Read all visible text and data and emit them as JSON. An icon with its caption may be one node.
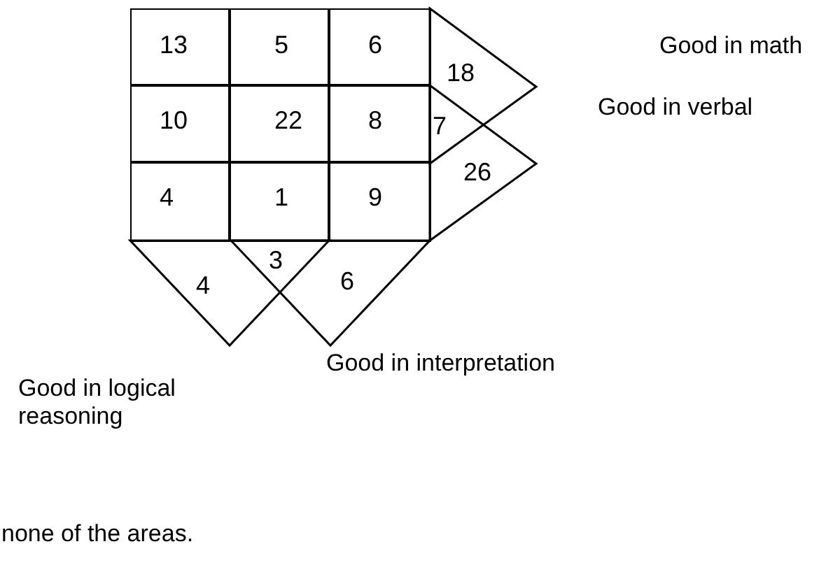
{
  "diagram": {
    "nodes": [
      {
        "text": [
          "13"
        ]
      },
      {
        "text": [
          "5"
        ]
      },
      {
        "text": [
          "6"
        ]
      },
      {
        "text": [
          "18"
        ]
      },
      {
        "text": [
          "10"
        ]
      },
      {
        "text": [
          "22"
        ]
      },
      {
        "text": [
          "8"
        ]
      },
      {
        "text": [
          "26"
        ],
        "beside": [
          "Good in verbal"
        ]
      },
      {
        "text": [
          "4"
        ]
      },
      {
        "text": [
          "1"
        ]
      },
      {
        "text": [
          "9"
        ]
      },
      {
        "text": [
          "4"
        ],
        "beside": [
          "Good in logical reasoning"
        ]
      },
      {
        "text": [
          "6"
        ],
        "beside": [
          "Good in interpretation"
        ]
      }
    ],
    "edges": [],
    "labels": [
      "Good in math",
      "7",
      "3",
      "none of the areas."
    ]
  }
}
